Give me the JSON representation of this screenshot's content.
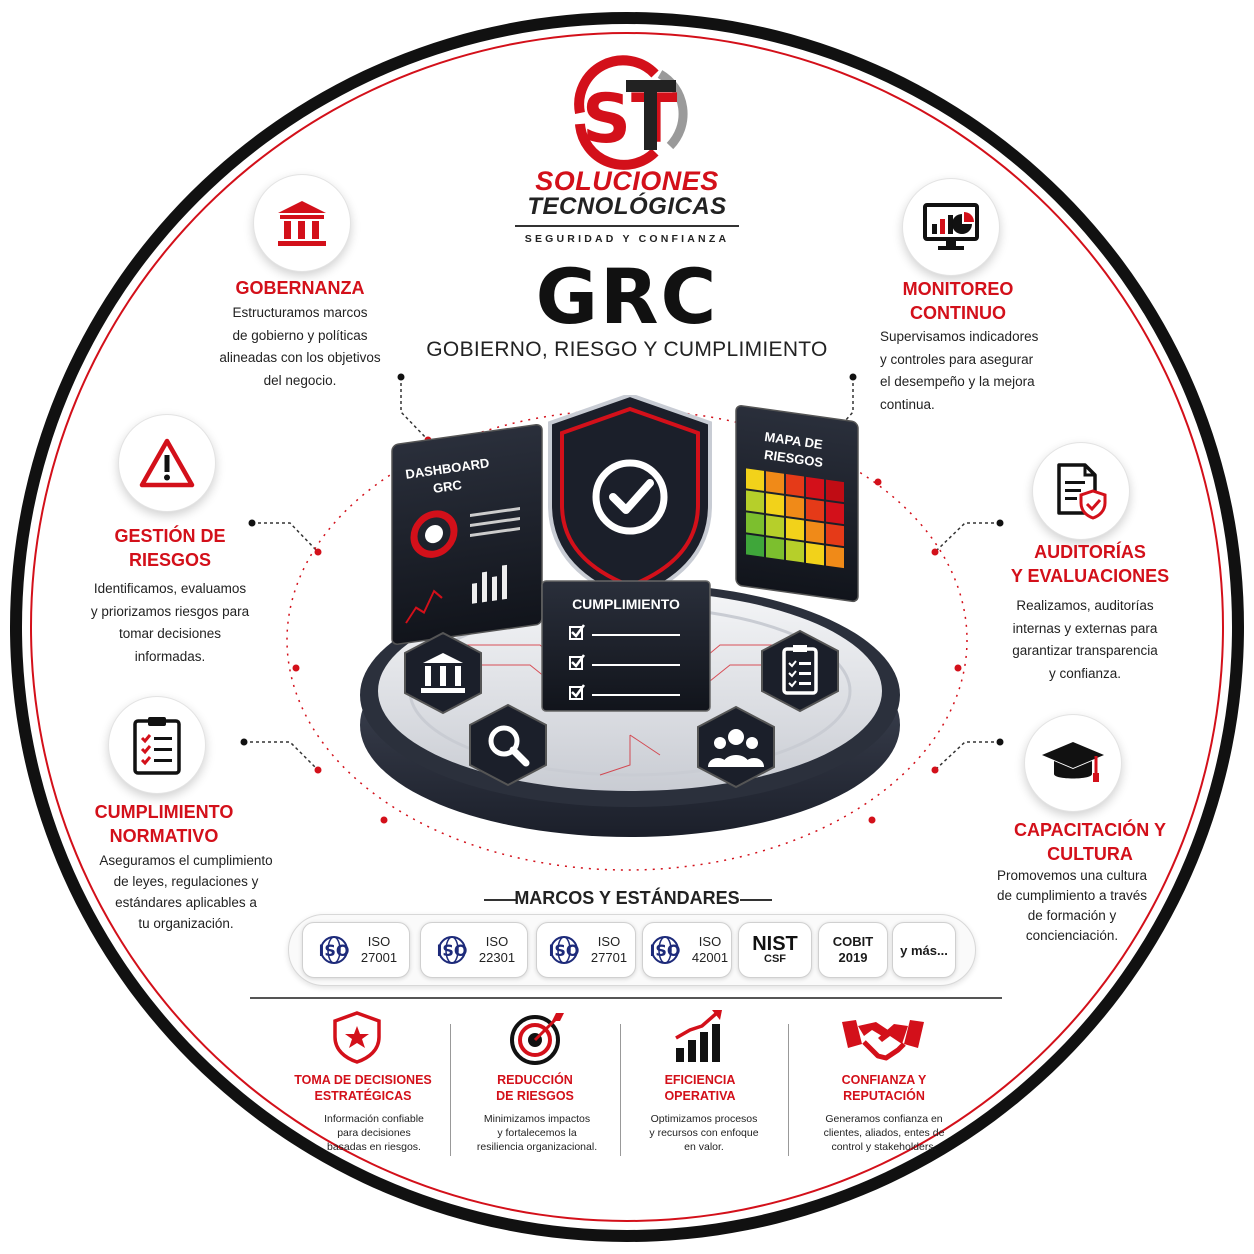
{
  "logo": {
    "monogram": "ST",
    "word1": "SOLUCIONES",
    "word2": "TECNOLÓGICAS",
    "tagline": "SEGURIDAD Y CONFIANZA"
  },
  "title": "GRC",
  "subtitle": "GOBIERNO, RIESGO Y CUMPLIMIENTO",
  "sections": {
    "gobernanza": {
      "icon": "building-columns-icon",
      "title": "GOBERNANZA",
      "desc": [
        "Estructuramos marcos",
        "de gobierno y políticas",
        "alineadas con los objetivos",
        "del negocio."
      ]
    },
    "riesgos": {
      "icon": "warning-icon",
      "title": [
        "GESTIÓN DE",
        "RIESGOS"
      ],
      "desc": [
        "Identificamos, evaluamos",
        "y priorizamos riesgos para",
        "tomar decisiones",
        "informadas."
      ]
    },
    "normativo": {
      "icon": "clipboard-checklist-icon",
      "title": [
        "CUMPLIMIENTO",
        "NORMATIVO"
      ],
      "desc": [
        "Aseguramos el cumplimiento",
        "de leyes, regulaciones y",
        "estándares aplicables a",
        "tu organización."
      ]
    },
    "monitoreo": {
      "icon": "monitor-chart-icon",
      "title": [
        "MONITOREO",
        "CONTINUO"
      ],
      "desc": [
        "Supervisamos indicadores",
        "y controles para asegurar",
        "el desempeño y la mejora",
        "continua."
      ]
    },
    "auditorias": {
      "icon": "document-shield-icon",
      "title": [
        "AUDITORÍAS",
        "Y EVALUACIONES"
      ],
      "desc": [
        "Realizamos, auditorías",
        "internas y externas para",
        "garantizar transparencia",
        "y confianza."
      ]
    },
    "capacitacion": {
      "icon": "graduation-cap-icon",
      "title": [
        "CAPACITACIÓN Y",
        "CULTURA"
      ],
      "desc": [
        "Promovemos una cultura",
        "de cumplimiento a través",
        "de formación y",
        "concienciación."
      ]
    }
  },
  "center": {
    "dashboard": [
      "DASHBOARD",
      "GRC"
    ],
    "mapa": [
      "MAPA DE",
      "RIESGOS"
    ],
    "cumplimiento": "CUMPLIMIENTO"
  },
  "standards": {
    "heading": "MARCOS Y ESTÁNDARES",
    "iso_mark": "ISO",
    "items": [
      {
        "top": "ISO",
        "bottom": "27001"
      },
      {
        "top": "ISO",
        "bottom": "22301"
      },
      {
        "top": "ISO",
        "bottom": "27701"
      },
      {
        "top": "ISO",
        "bottom": "42001"
      }
    ],
    "nist": {
      "top": "NIST",
      "bottom": "CSF"
    },
    "cobit": {
      "top": "COBIT",
      "bottom": "2019"
    },
    "more": "y más..."
  },
  "benefits": [
    {
      "icon": "shield-star-icon",
      "title": [
        "TOMA DE DECISIONES",
        "ESTRATÉGICAS"
      ],
      "desc": [
        "Información confiable",
        "para decisiones",
        "basadas en riesgos."
      ]
    },
    {
      "icon": "target-icon",
      "title": [
        "REDUCCIÓN",
        "DE RIESGOS"
      ],
      "desc": [
        "Minimizamos impactos",
        "y fortalecemos la",
        "resiliencia organizacional."
      ]
    },
    {
      "icon": "growth-chart-icon",
      "title": [
        "EFICIENCIA",
        "OPERATIVA"
      ],
      "desc": [
        "Optimizamos procesos",
        "y recursos con enfoque",
        "en valor."
      ]
    },
    {
      "icon": "handshake-icon",
      "title": [
        "CONFIANZA Y",
        "REPUTACIÓN"
      ],
      "desc": [
        "Generamos confianza en",
        "clientes, aliados, entes de",
        "control y stakeholders."
      ]
    }
  ],
  "colors": {
    "accent": "#d3101a",
    "dark": "#1b1f2a"
  }
}
